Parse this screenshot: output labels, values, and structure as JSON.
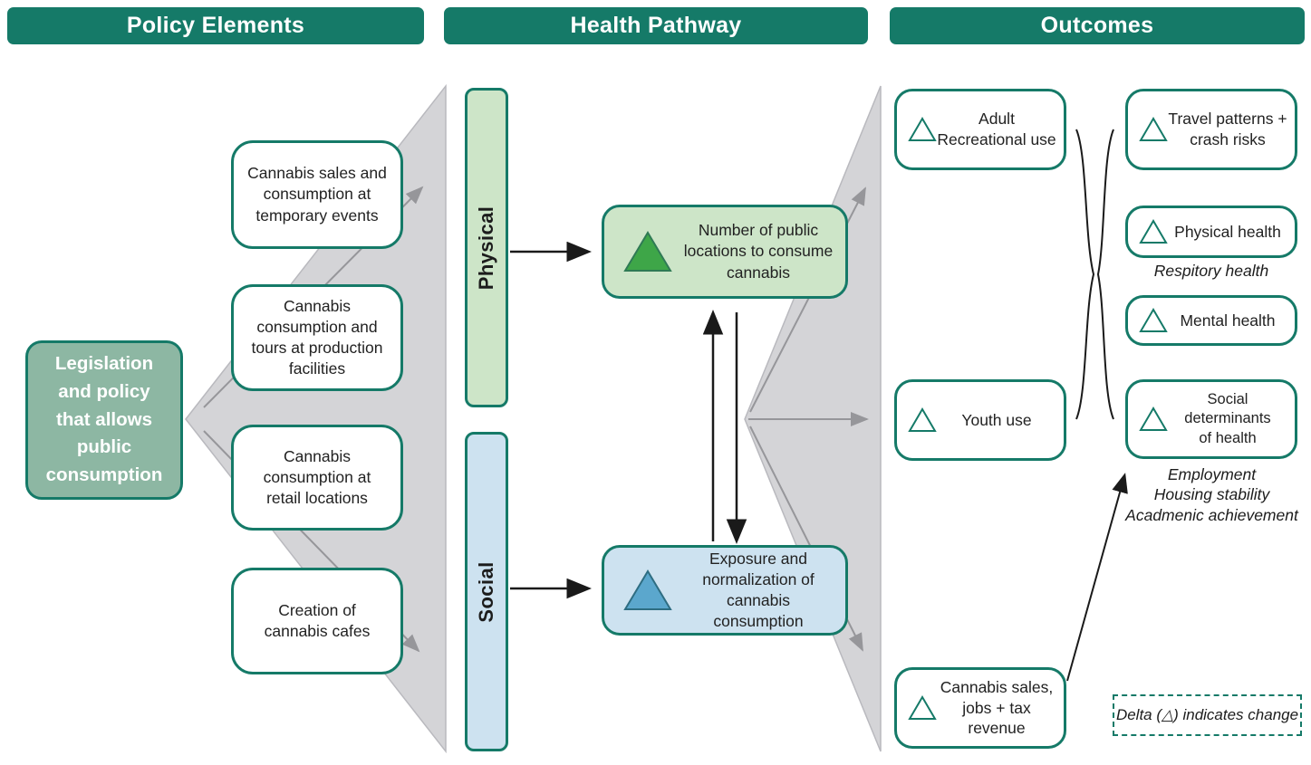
{
  "headers": {
    "policy": "Policy Elements",
    "pathway": "Health Pathway",
    "outcomes": "Outcomes"
  },
  "source_box": {
    "label": "Legislation and policy that allows public consumption"
  },
  "policy_elements": [
    "Cannabis sales and consumption at temporary events",
    "Cannabis consumption and tours at production facilities",
    "Cannabis consumption at retail locations",
    "Creation of cannabis cafes"
  ],
  "pathway": {
    "physical_bar": "Physical",
    "social_bar": "Social",
    "physical_box": "Number of public locations to consume cannabis",
    "social_box": "Exposure and normalization of cannabis consumption"
  },
  "outcomes": {
    "adult": "Adult\nRecreational use",
    "youth": "Youth use",
    "sales": "Cannabis sales,\njobs + tax revenue",
    "travel": "Travel patterns +\ncrash risks",
    "physical_health": "Physical health",
    "physical_health_note": "Respitory health",
    "mental_health": "Mental health",
    "social_determinants": "Social determinants\nof health",
    "social_determinants_notes": "Employment\nHousing stability\nAcadmenic achievement"
  },
  "legend": {
    "text": "Delta (△)  indicates change"
  },
  "icons": {
    "filled_green_triangle": "delta-increase-physical",
    "filled_blue_triangle": "delta-increase-social",
    "outline_triangle": "delta-change"
  },
  "colors": {
    "teal": "#157a68",
    "sage": "#8db7a3",
    "light_green": "#cde5c8",
    "green_triangle": "#3ea648",
    "light_blue": "#cde2f0",
    "blue_triangle": "#5ba7cd",
    "funnel_gray": "#d4d4d7"
  }
}
